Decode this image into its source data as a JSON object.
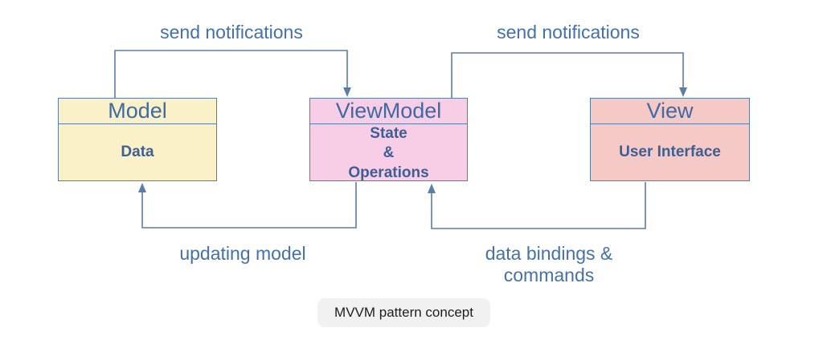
{
  "diagram": {
    "boxes": [
      {
        "id": "model",
        "title": "Model",
        "body": "Data"
      },
      {
        "id": "viewmodel",
        "title": "ViewModel",
        "body": "State\n&\nOperations"
      },
      {
        "id": "view",
        "title": "View",
        "body": "User Interface"
      }
    ],
    "edges": [
      {
        "id": "model-to-viewmodel",
        "label": "send notifications"
      },
      {
        "id": "viewmodel-to-view",
        "label": "send notifications"
      },
      {
        "id": "viewmodel-to-model",
        "label": "updating model"
      },
      {
        "id": "view-to-viewmodel",
        "label": "data bindings &\ncommands"
      }
    ],
    "caption": "MVVM pattern concept",
    "colors": {
      "arrow": "#5b7da9",
      "box_border": "#5b7da9",
      "title_text": "#3f6aa3",
      "body_text": "#3c5f96",
      "edge_label_text": "#4471a9",
      "model_fill": "#faf1c8",
      "viewmodel_fill": "#f8cde6",
      "view_fill": "#f5c9c6",
      "caption_bg": "#f1f1f1",
      "caption_text": "#1d1d1f"
    }
  }
}
